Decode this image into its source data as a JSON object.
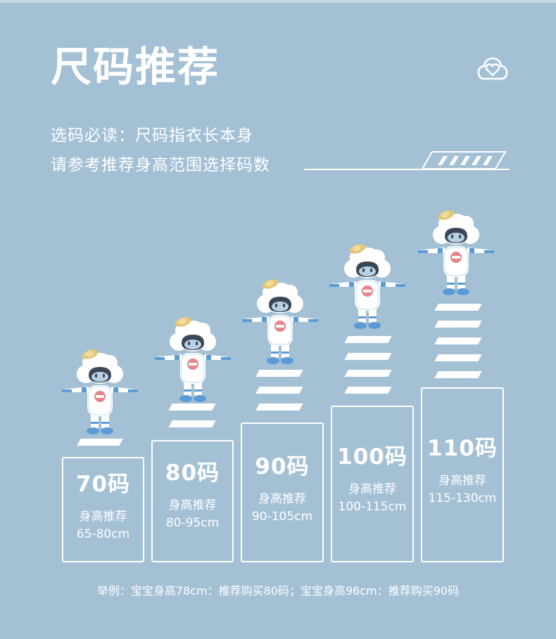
{
  "header": {
    "title": "尺码推荐",
    "subtitle_line1": "选码必读：尺码指衣长本身",
    "subtitle_line2": "请参考推荐身高范围选择码数"
  },
  "icons": {
    "logo": "cloud-heart-icon",
    "deco": "striped-parallelogram-icon",
    "figure": "cloud-robot-icon"
  },
  "colors": {
    "background": "#a3c0d5",
    "foreground": "#ffffff",
    "robot_accent": "#5b9bd5",
    "robot_badge": "#e6838c",
    "robot_hat": "#e3c67a"
  },
  "sizes": [
    {
      "size": "70码",
      "label": "身高推荐",
      "range": "65-80cm"
    },
    {
      "size": "80码",
      "label": "身高推荐",
      "range": "80-95cm"
    },
    {
      "size": "90码",
      "label": "身高推荐",
      "range": "90-105cm"
    },
    {
      "size": "100码",
      "label": "身高推荐",
      "range": "100-115cm"
    },
    {
      "size": "110码",
      "label": "身高推荐",
      "range": "115-130cm"
    }
  ],
  "footer": {
    "example": "举例：宝宝身高78cm：推荐购买80码；宝宝身高96cm：推荐购买90码"
  }
}
